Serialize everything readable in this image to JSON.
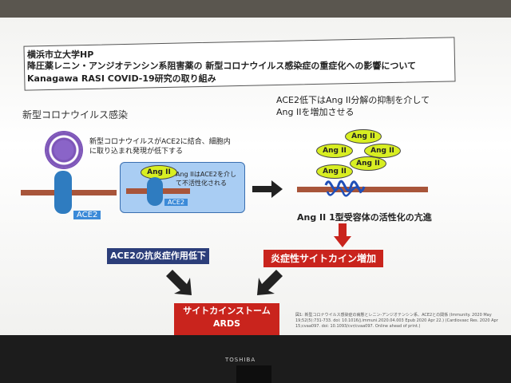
{
  "title": {
    "line1": "横浜市立大学HP",
    "line2": "降圧薬レニン・アンジオテンシン系阻害薬の 新型コロナウイルス感染症の重症化への影響について",
    "line3": "Kanagawa RASI COVID-19研究の取り組み"
  },
  "left": {
    "section_title": "新型コロナウイルス感染",
    "note": "新型コロナウイルスがACE2に結合、細胞内に取り込まれ発現が低下する",
    "ace2_label": "ACE2",
    "box_angii": "Ang II",
    "box_text": "Ang IIはACE2を介して不活性化される",
    "box_ace2_label": "ACE2"
  },
  "right": {
    "header_line1": "ACE2低下はAng II分解の抑制を介して",
    "header_line2": "Ang IIを増加させる",
    "angii": [
      "Ang II",
      "Ang II",
      "Ang II",
      "Ang II",
      "Ang II"
    ],
    "subtitle": "Ang II 1型受容体の活性化の亢進"
  },
  "boxes": {
    "anti_inflammatory": "ACE2の抗炎症作用低下",
    "cytokine_increase": "炎症性サイトカイン増加",
    "storm_line1": "サイトカインストーム",
    "storm_line2": "ARDS"
  },
  "reference": "図1: 新型コロナウイルス感染症の病態とレニン-アンジオテンシン系、ACE2との関係 (Immunity. 2020 May 19;52(5):731-733. doi: 10.1016/j.immuni.2020.04.003 Epub 2020 Apr 22.) (Cardiovasc Res. 2020 Apr 15;cvaa097. doi: 10.1093/cvr/cvaa097. Online ahead of print.)",
  "monitor": {
    "brand": "TOSHIBA"
  },
  "colors": {
    "red": "#c9241d",
    "navy": "#2c3e7a",
    "yellow": "#d8ee22",
    "blue": "#2f7cc0",
    "membrane": "#a8553a"
  }
}
